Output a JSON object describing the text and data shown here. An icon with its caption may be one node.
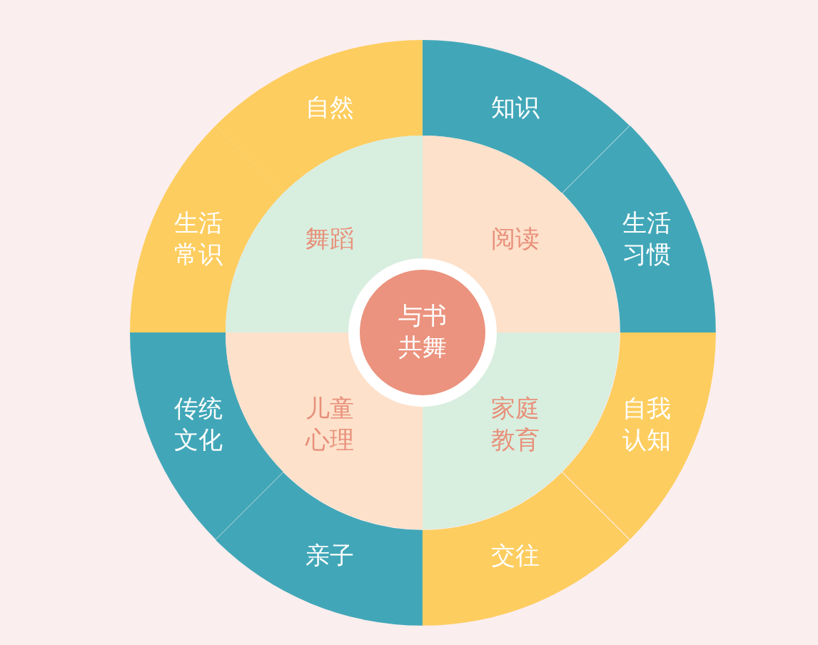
{
  "diagram": {
    "nodes": [
      {
        "text": [
          "知识"
        ]
      },
      {
        "text": [
          "生活习惯"
        ]
      },
      {
        "text": [
          "自我认知"
        ]
      },
      {
        "text": [
          "交往"
        ]
      },
      {
        "text": [
          "亲子"
        ]
      },
      {
        "text": [
          "传统文化"
        ]
      },
      {
        "text": [
          "生活常识"
        ]
      },
      {
        "text": [
          "自然"
        ]
      },
      {
        "text": [
          "舞蹈"
        ]
      },
      {
        "text": [
          "阅读"
        ]
      },
      {
        "text": [
          "家庭教育"
        ]
      },
      {
        "text": [
          "儿童心理"
        ]
      },
      {
        "text": [
          "与书共舞"
        ]
      }
    ]
  }
}
